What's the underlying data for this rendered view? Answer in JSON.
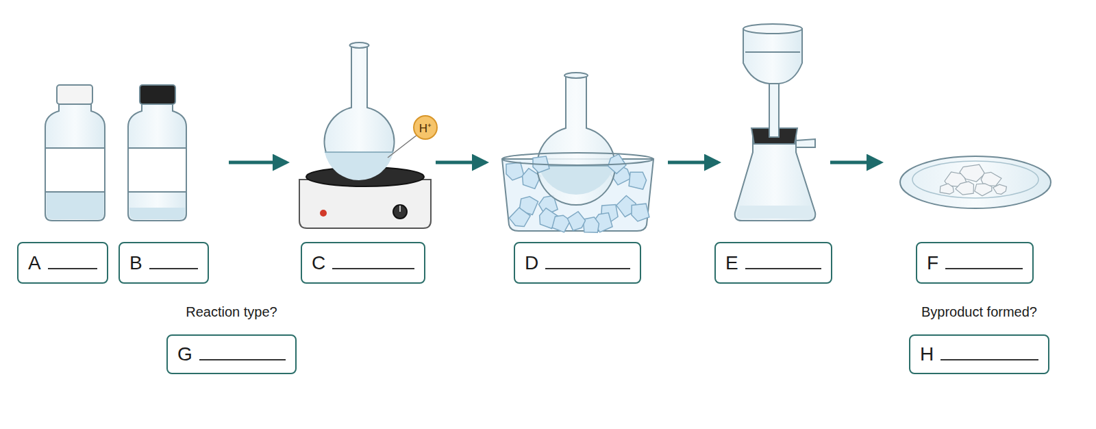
{
  "diagram": {
    "nodes": [
      {
        "text": [
          "A"
        ]
      },
      {
        "text": [
          "B"
        ]
      },
      {
        "text": [
          "H⁺"
        ]
      },
      {
        "text": [
          "C"
        ]
      },
      {
        "text": [
          "D"
        ]
      },
      {
        "text": [
          "E"
        ]
      },
      {
        "text": [
          "F"
        ]
      },
      {
        "text": [
          "Reaction type?",
          "G"
        ]
      },
      {
        "text": [
          "Byproduct formed?",
          "H"
        ]
      }
    ]
  }
}
